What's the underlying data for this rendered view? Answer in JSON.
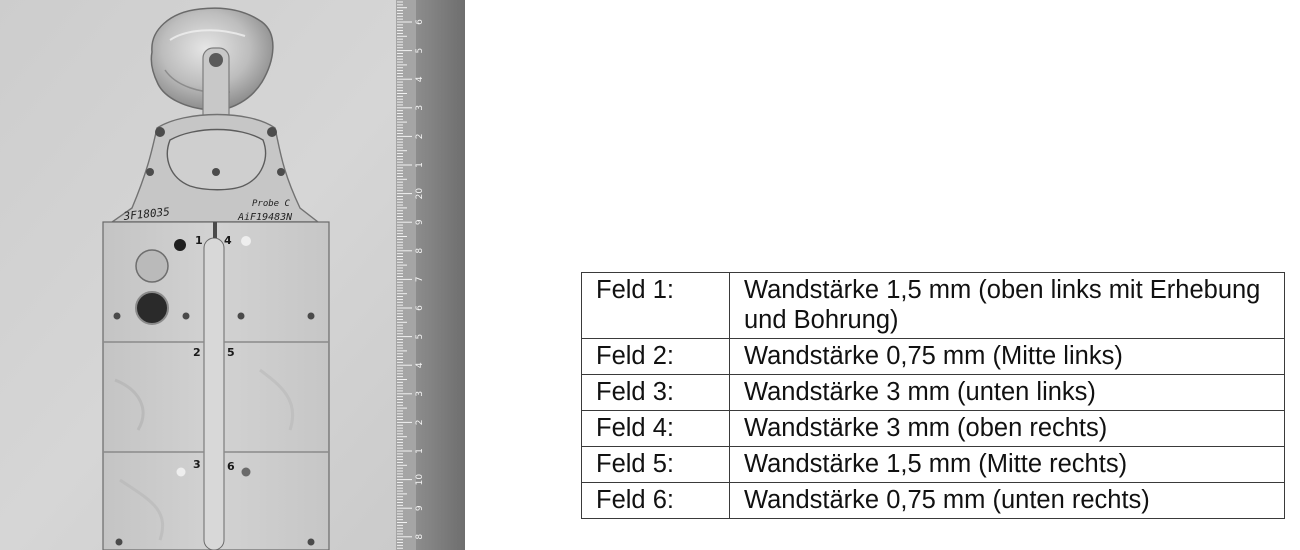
{
  "photo": {
    "specimen_marks": {
      "left_code": "3F18035",
      "right_line1": "Probe C",
      "right_line2": "AiF19483N"
    },
    "field_numbers": [
      "1",
      "2",
      "3",
      "4",
      "5",
      "6"
    ],
    "ruler_labels": [
      "6",
      "5",
      "4",
      "3",
      "2",
      "1",
      "20",
      "9",
      "8",
      "7",
      "6",
      "5",
      "4",
      "3",
      "2",
      "1",
      "10",
      "9",
      "8"
    ]
  },
  "table": {
    "rows": [
      {
        "feld": "Feld 1:",
        "beschreibung": "Wandstärke 1,5 mm (oben links mit Erhebung und Bohrung)"
      },
      {
        "feld": "Feld 2:",
        "beschreibung": "Wandstärke 0,75 mm (Mitte links)"
      },
      {
        "feld": "Feld 3:",
        "beschreibung": "Wandstärke 3 mm (unten links)"
      },
      {
        "feld": "Feld 4:",
        "beschreibung": "Wandstärke 3 mm (oben rechts)"
      },
      {
        "feld": "Feld 5:",
        "beschreibung": "Wandstärke 1,5 mm (Mitte rechts)"
      },
      {
        "feld": "Feld 6:",
        "beschreibung": "Wandstärke 0,75 mm (unten rechts)"
      }
    ]
  }
}
